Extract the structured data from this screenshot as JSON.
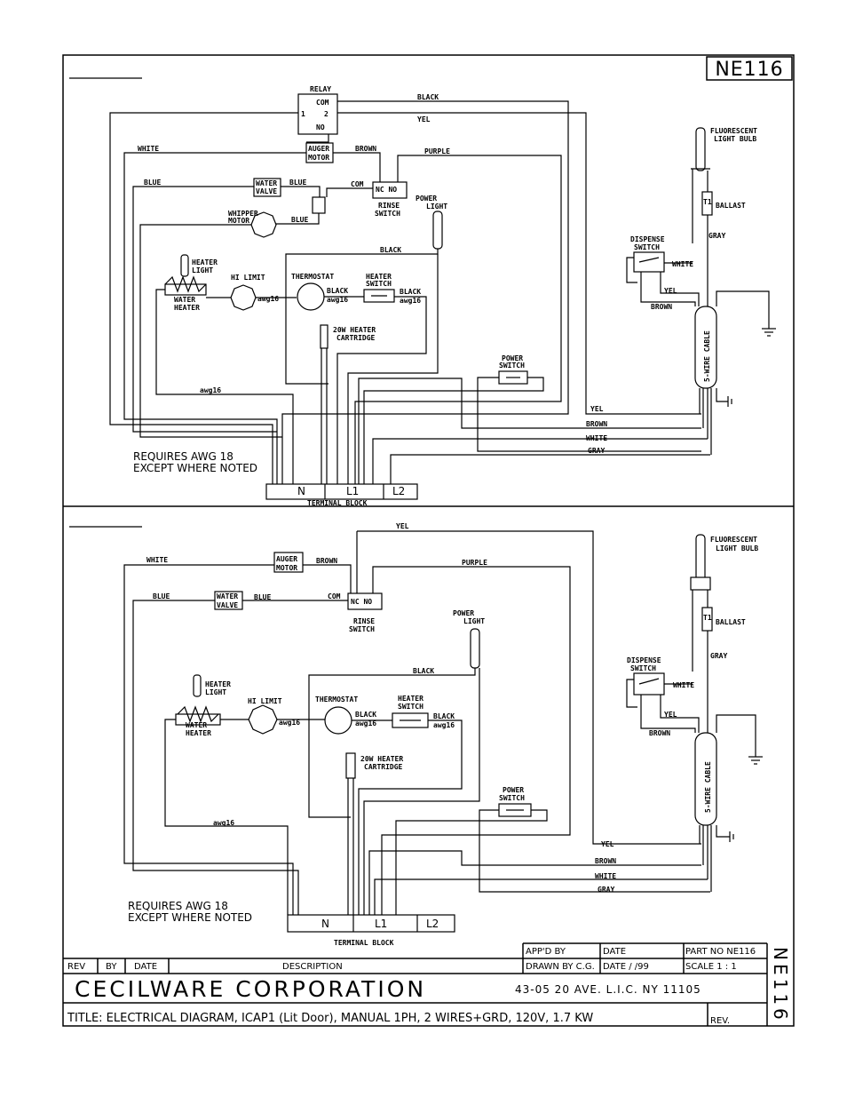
{
  "doc_number": "NE116",
  "labels": {
    "relay": "RELAY",
    "relay_com": "COM",
    "relay_1": "1",
    "relay_2": "2",
    "relay_no": "NO",
    "black": "BLACK",
    "yel": "YEL",
    "white": "WHITE",
    "brown": "BROWN",
    "purple": "PURPLE",
    "blue": "BLUE",
    "gray": "GRAY",
    "auger_motor": [
      "AUGER",
      "MOTOR"
    ],
    "water_valve": [
      "WATER",
      "VALVE"
    ],
    "com": "COM",
    "nc_no": "NC NO",
    "rinse_switch": [
      "RINSE",
      "SWITCH"
    ],
    "power_light": [
      "POWER",
      "LIGHT"
    ],
    "whipper_motor": [
      "WHIPPER",
      "MOTOR"
    ],
    "heater_light": [
      "HEATER",
      "LIGHT"
    ],
    "hi_limit": "HI LIMIT",
    "thermostat": "THERMOSTAT",
    "heater_switch": [
      "HEATER",
      "SWITCH"
    ],
    "water_heater": [
      "WATER",
      "HEATER"
    ],
    "awg16": "awg16",
    "heater_cartridge": [
      "20W HEATER",
      "CARTRIDGE"
    ],
    "power_switch": [
      "POWER",
      "SWITCH"
    ],
    "fluorescent": [
      "FLUORESCENT",
      "LIGHT BULB"
    ],
    "t1": "T1",
    "ballast": "BALLAST",
    "dispense_switch": [
      "DISPENSE",
      "SWITCH"
    ],
    "cable": "5-WIRE CABLE",
    "requires": [
      "REQUIRES AWG 18",
      "EXCEPT WHERE NOTED"
    ],
    "terminal_n": "N",
    "terminal_l1": "L1",
    "terminal_l2": "L2",
    "terminal_block_top": "TERMINAL BLOCK",
    "terminal_block_bottom": "TERMINAL  BLOCK"
  },
  "title_block": {
    "appd_by": "APP'D BY",
    "date": "DATE",
    "part_no": "PART NO NE116",
    "rev": "REV",
    "by": "BY",
    "date_col": "DATE",
    "description": "DESCRIPTION",
    "drawn_by": "DRAWN BY C.G.",
    "date_value": "DATE  /  /99",
    "scale": "SCALE  1 : 1",
    "company": "CECILWARE CORPORATION",
    "address": "43-05 20 AVE. L.I.C. NY 11105",
    "title": "TITLE: ELECTRICAL DIAGRAM,   ICAP1 (Lit Door), MANUAL   1PH, 2 WIRES+GRD, 120V,   1.7 KW",
    "rev_short": "REV.",
    "side_number": "NE116"
  }
}
